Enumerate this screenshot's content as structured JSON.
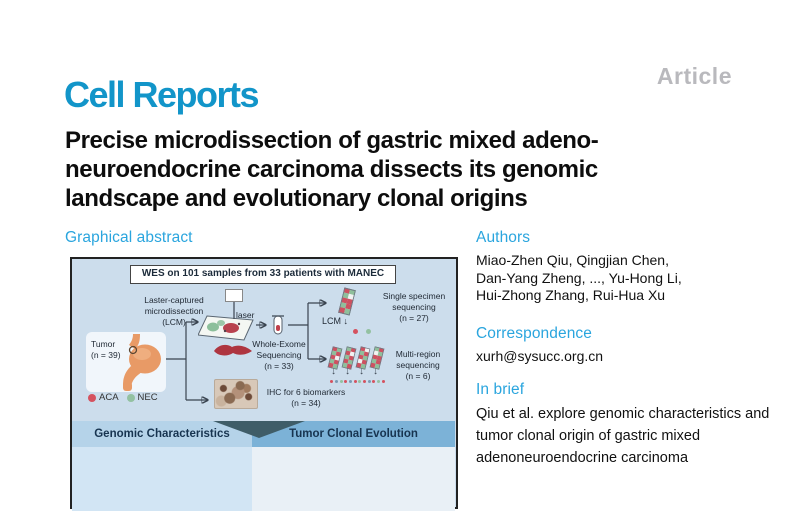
{
  "brand": {
    "journal": "Cell Reports",
    "article_type": "Article"
  },
  "title": "Precise microdissection of gastric mixed adeno-neuroendocrine carcinoma dissects its genomic landscape and evolutionary clonal origins",
  "graphical_abstract": {
    "heading": "Graphical abstract",
    "figure": {
      "wes_banner": "WES on 101 samples from 33 patients with MANEC",
      "tumor_label": "Tumor\n(n = 39)",
      "legend": {
        "aca": "ACA",
        "nec": "NEC"
      },
      "lcm_label": "Laster-captured\nmicrodissection\n(LCM)",
      "laser_label": "laser",
      "wes_label": "Whole-Exome\nSequencing\n(n = 33)",
      "lcm_arrow_label": "LCM ↓",
      "down_arrow": "↓",
      "single_label": "Single specimen\nsequencing\n(n = 27)",
      "multi_label": "Multi-region\nsequencing\n(n = 6)",
      "ihc_label": "IHC for 6 biomarkers\n(n = 34)",
      "banner_left": "Genomic Characteristics",
      "banner_right": "Tumor Clonal Evolution"
    }
  },
  "authors": {
    "heading": "Authors",
    "lines": [
      "Miao-Zhen Qiu, Qingjian Chen,",
      "Dan-Yang Zheng, ..., Yu-Hong Li,",
      "Hui-Zhong Zhang, Rui-Hua Xu"
    ]
  },
  "correspondence": {
    "heading": "Correspondence",
    "email": "xurh@sysucc.org.cn"
  },
  "in_brief": {
    "heading": "In brief",
    "text": "Qiu et al. explore genomic characteristics and tumor clonal origin of gastric mixed adenoneuroendocrine carcinoma"
  },
  "colors": {
    "logo_cyan": "#1295c9",
    "heading_cyan": "#2aa5de",
    "article_gray": "#b9b9bd",
    "figure_bg": "#ccddec",
    "banner_left_bg": "#b5d3e9",
    "banner_right_bg": "#7cb2d7",
    "chevron_dark": "#3f5d68",
    "aca_red": "#d5525f",
    "nec_green": "#93c1a1"
  }
}
